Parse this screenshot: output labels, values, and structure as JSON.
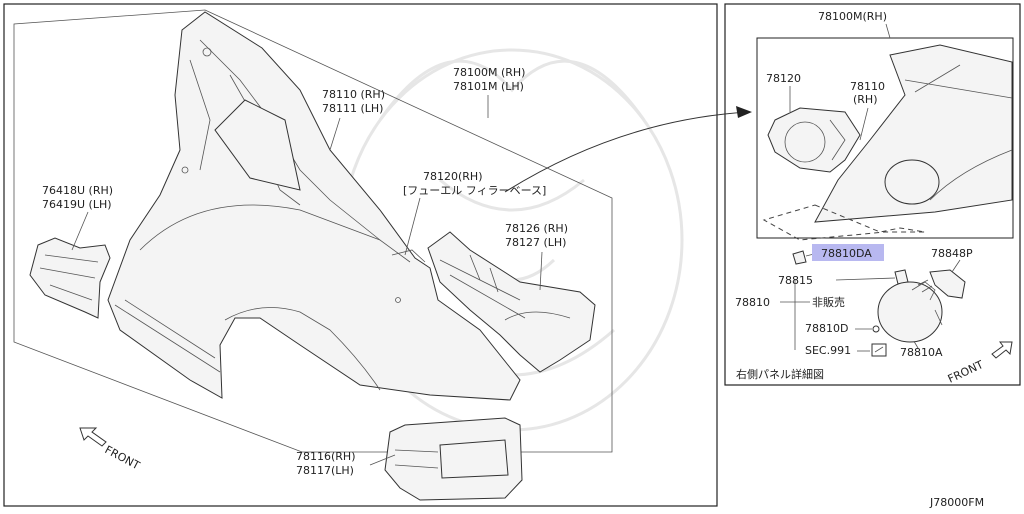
{
  "diagram_id": "J78000FM",
  "labels": {
    "rear_fender_panel": [
      "78100M (RH)",
      "78101M (LH)"
    ],
    "inner_pillar": [
      "78110 (RH)",
      "78111 (LH)"
    ],
    "fuel_filler_base": [
      "78120(RH)",
      "[フューエル フィラーベース]"
    ],
    "rear_bracket": [
      "76418U (RH)",
      "76419U (LH)"
    ],
    "wheelhouse_extension": [
      "78126 (RH)",
      "78127 (LH)"
    ],
    "lower_extension": [
      "78116(RH)",
      "78117(LH)"
    ],
    "front_left": "FRONT"
  },
  "detail": {
    "panel_label": "78100M(RH)",
    "base_label": "78120",
    "pillar_label": [
      "78110",
      "(RH)"
    ],
    "highlight_label": "78810DA",
    "highlight_color": "#b8b8f0",
    "bracket_label": "78848P",
    "assembly_label": "78810",
    "sub_items": [
      "78815",
      "非販売",
      "78810D",
      "SEC.991"
    ],
    "lid_label": "78810A",
    "caption": "右側パネル詳細図",
    "front_right": "FRONT"
  }
}
